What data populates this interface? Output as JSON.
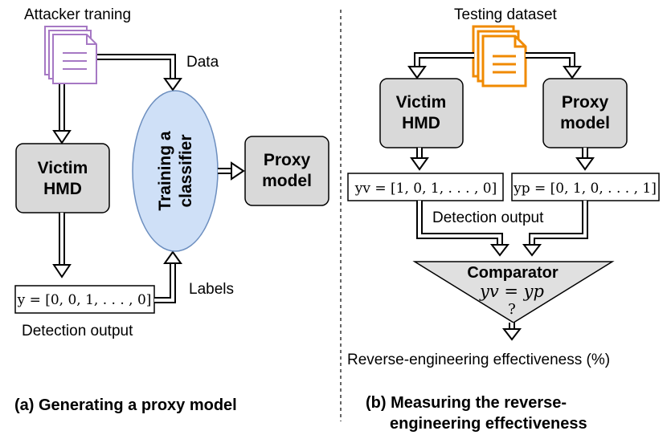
{
  "left": {
    "source_label": "Attacker traning",
    "data_label": "Data",
    "victim_line1": "Victim",
    "victim_line2": "HMD",
    "classifier_line1": "Training a",
    "classifier_line2": "classifier",
    "proxy_line1": "Proxy",
    "proxy_line2": "model",
    "labels_label": "Labels",
    "output_vector": "y = [0, 0, 1, . . . , 0]",
    "detection_label": "Detection output",
    "caption": "(a) Generating a proxy model"
  },
  "right": {
    "source_label": "Testing dataset",
    "victim_line1": "Victim",
    "victim_line2": "HMD",
    "proxy_line1": "Proxy",
    "proxy_line2": "model",
    "victim_vector": "yv = [1, 0, 1, . . . , 0]",
    "proxy_vector": "yp = [0, 1, 0, . . . , 1]",
    "detection_label": "Detection output",
    "comparator_label": "Comparator",
    "comparator_equation": "yv = yp",
    "comparator_question": "?",
    "result_label": "Reverse-engineering effectiveness (%)",
    "caption_line1": "(b) Measuring the reverse-",
    "caption_line2": "engineering effectiveness"
  },
  "colors": {
    "box_fill": "#d9d9d9",
    "ellipse_fill": "#cfe0f7",
    "ellipse_stroke": "#6c8ebf",
    "left_doc_stroke": "#a678c4",
    "right_doc_stroke": "#f08a00",
    "comparator_fill": "#e0e0e0"
  }
}
